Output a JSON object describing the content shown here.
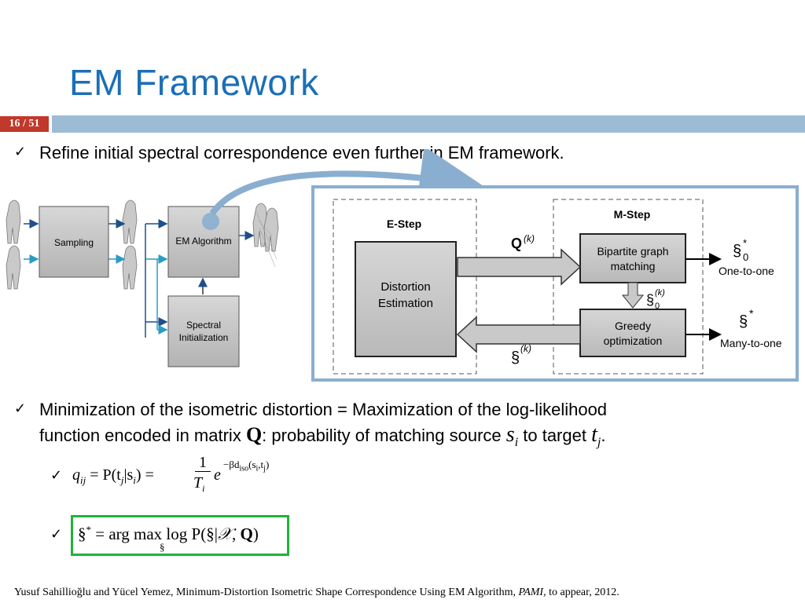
{
  "slide": {
    "title": "EM Framework",
    "page_number": "16 / 51"
  },
  "bullets": {
    "first": "Refine initial spectral correspondence even further in EM framework.",
    "second_line1": "Minimization of the isometric distortion = Maximization of the log-likelihood",
    "second_line2_prefix": "function encoded in matrix ",
    "second_matrix": "Q",
    "second_line2_mid": ": probability of matching source ",
    "second_source": "s",
    "second_source_sub": "i",
    "second_line2_to": " to target ",
    "second_target": "t",
    "second_target_sub": "j",
    "second_line2_end": "."
  },
  "left_diagram": {
    "sampling_label": "Sampling",
    "em_label": "EM Algorithm",
    "spectral_label_1": "Spectral",
    "spectral_label_2": "Initialization"
  },
  "right_diagram": {
    "e_step_label": "E-Step",
    "m_step_label": "M-Step",
    "distortion_1": "Distortion",
    "distortion_2": "Estimation",
    "bipartite_1": "Bipartite graph",
    "bipartite_2": "matching",
    "greedy_1": "Greedy",
    "greedy_2": "optimization",
    "q_label": "Q",
    "q_sup": "(k)",
    "s_label": "§",
    "s_sup": "(k)",
    "s0_label": "§",
    "s0_sup": "(k)",
    "s0_sub": "0",
    "s0star_label": "§",
    "s0star_sup": "*",
    "s0star_sub": "0",
    "one_to_one": "One-to-one",
    "sstar_label": "§",
    "sstar_sup": "*",
    "many_to_one": "Many-to-one"
  },
  "formulas": {
    "f1_lhs": "q",
    "f1_lhs_sub": "ij",
    "f1_eq1": " = P(t",
    "f1_t_sub": "j",
    "f1_bar": "|s",
    "f1_s_sub": "i",
    "f1_close": ") = ",
    "f1_num": "1",
    "f1_den": "T",
    "f1_den_sub": "i",
    "f1_exp_base": "e",
    "f1_exp": "−βd",
    "f1_exp_sub": "iso",
    "f1_exp_tail": "(s",
    "f1_exp_s_sub": "i",
    "f1_exp_t": ",t",
    "f1_exp_t_sub": "j",
    "f1_exp_close": ")",
    "f2_lhs": "§",
    "f2_sup": "*",
    "f2_eq": " = arg max log P(§|",
    "f2_under": "§",
    "f2_x": "𝒳",
    "f2_comma": ", ",
    "f2_q": "Q",
    "f2_close": ")"
  },
  "citation": {
    "prefix": "Yusuf Sahillioğlu and Yücel Yemez, Minimum-Distortion Isometric Shape Correspondence Using EM Algorithm, ",
    "journal": "PAMI,",
    "suffix": " to appear, 2012."
  },
  "colors": {
    "title": "#1b6fb7",
    "rule": "#9cbcd6",
    "page_tab": "#c0392b",
    "formula_box": "#1fb33a",
    "callout": "#8aaed0"
  }
}
